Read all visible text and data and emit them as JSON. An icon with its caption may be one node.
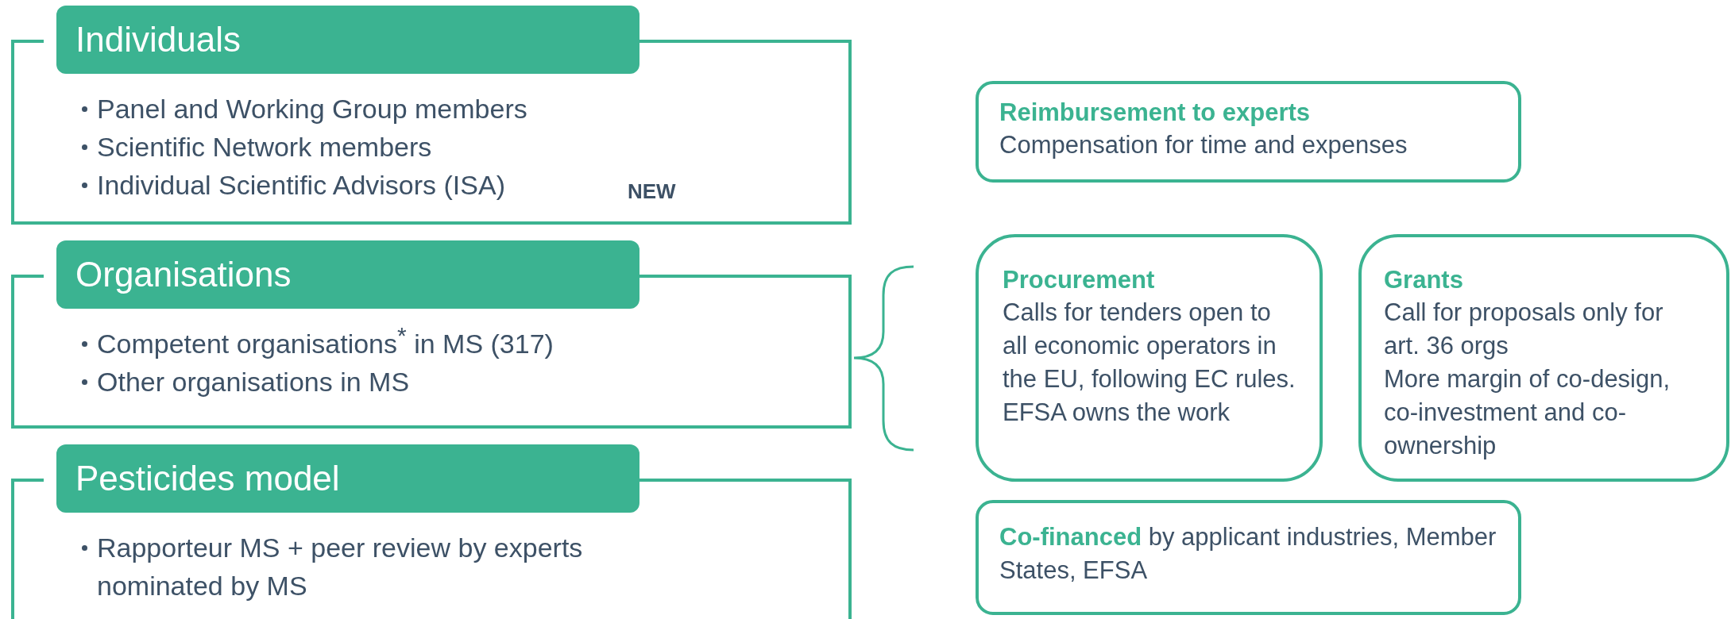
{
  "diagram": {
    "nodes": [
      {
        "text": [
          "Individuals",
          "Panel and Working Group members",
          "Scientific Network members",
          "Individual Scientific Advisors (ISA)",
          "NEW"
        ]
      },
      {
        "text": [
          "Organisations",
          "Competent organisations$^{*}$ in MS (317)",
          "Other organisations in MS"
        ]
      },
      {
        "text": [
          "Pesticides model",
          "Rapporteur MS + peer review by experts nominated by MS"
        ]
      },
      {
        "text": [
          "Reimbursement to experts",
          "Compensation for time and expenses"
        ]
      },
      {
        "text": [
          "Procurement",
          "Calls for tenders open to all economic operators in the EU, following EC rules. EFSA owns the work"
        ]
      },
      {
        "text": [
          "Grants",
          "Call for proposals only for art. 36 orgs",
          "More margin of co-design, co-investment and co-ownership"
        ]
      },
      {
        "text": [
          "**Co-financed** by applicant industries, Member States, EFSA"
        ]
      }
    ],
    "edges": []
  }
}
